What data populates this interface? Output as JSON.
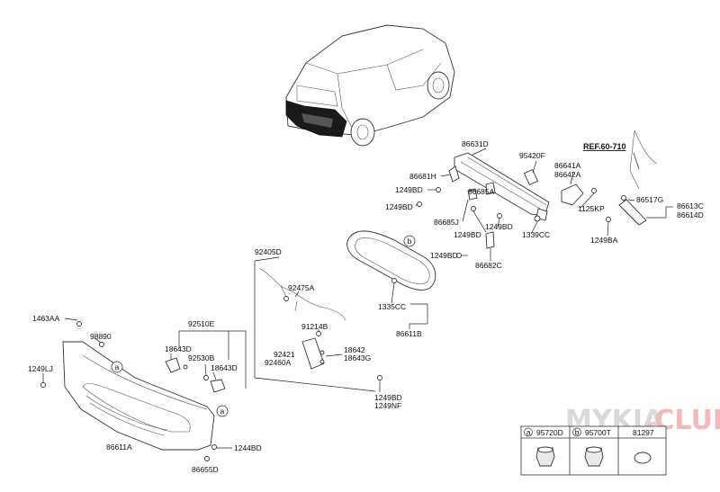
{
  "labels": {
    "l86631D": "86631D",
    "l95420F": "95420F",
    "l86681H": "86681H",
    "l1249BD_a": "1249BD",
    "l86685A": "86685A",
    "l1249BD_b": "1249BD",
    "l86685J": "86685J",
    "l1249BD_c": "1249BD",
    "l1249BD_d": "1249BD",
    "l1339CC": "1339CC",
    "l1249BD_e": "1249BD",
    "l86682C": "86682C",
    "l86641A": "86641A",
    "l86642A": "86642A",
    "l1125KP": "1125KP",
    "lREF": "REF.60-710",
    "l86517G": "86517G",
    "l86613C": "86613C",
    "l86614D": "86614D",
    "l1249BA": "1249BA",
    "l92405D": "92405D",
    "l92475A": "92475A",
    "l1335CC": "1335CC",
    "l86611B": "86611B",
    "l91214B": "91214B",
    "l92421": "92421",
    "l92460A": "92460A",
    "l18642": "18642",
    "l18643G": "18643G",
    "l1249BD_f": "1249BD",
    "l1249NF": "1249NF",
    "l92510E": "92510E",
    "l18643D_a": "18643D",
    "l92530B": "92530B",
    "l18643D_b": "18643D",
    "l1463AA": "1463AA",
    "l98890": "98890",
    "l1249LJ": "1249LJ",
    "l86611A": "86611A",
    "l1244BD": "1244BD",
    "l86655D": "86655D",
    "callout_a": "a",
    "callout_b": "b"
  },
  "legend": {
    "a_letter": "a",
    "a_part": "95720D",
    "b_letter": "b",
    "b_part": "95700T",
    "c_part": "81297"
  },
  "watermark": {
    "text1": "MYKIA",
    "text2": ".CLUB"
  }
}
